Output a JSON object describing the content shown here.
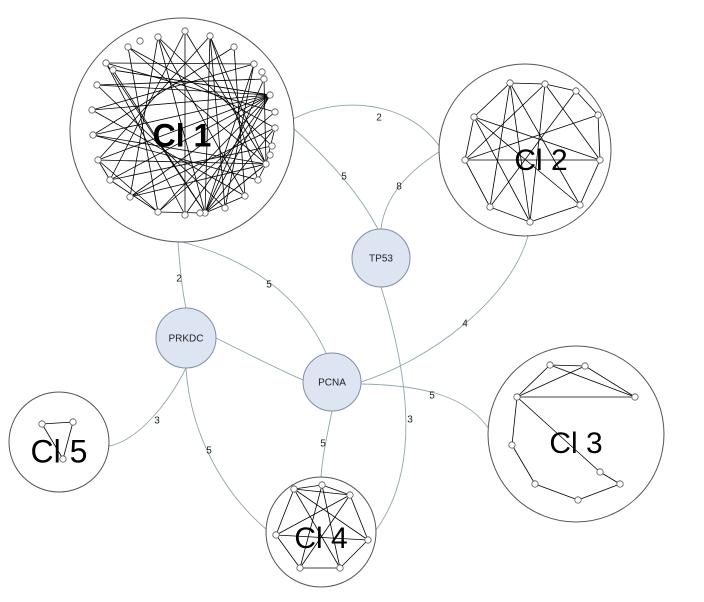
{
  "colors": {
    "link": "#8fa6ad",
    "hub_fill": "#dde5f3"
  },
  "clusters": [
    {
      "id": "c1",
      "label": "Cl 1",
      "bold": true
    },
    {
      "id": "c2",
      "label": "Cl 2",
      "bold": false
    },
    {
      "id": "c3",
      "label": "Cl 3",
      "bold": false
    },
    {
      "id": "c4",
      "label": "Cl 4",
      "bold": false
    },
    {
      "id": "c5",
      "label": "Cl 5",
      "bold": false
    }
  ],
  "hubs": [
    {
      "id": "tp53",
      "label": "TP53"
    },
    {
      "id": "prkdc",
      "label": "PRKDC"
    },
    {
      "id": "pcna",
      "label": "PCNA"
    }
  ],
  "links": [
    {
      "id": "c1-c2",
      "weight": "2"
    },
    {
      "id": "c1-tp53",
      "weight": "5"
    },
    {
      "id": "c2-tp53",
      "weight": "8"
    },
    {
      "id": "c1-prkdc",
      "weight": "2"
    },
    {
      "id": "c1-pcna",
      "weight": "5"
    },
    {
      "id": "c2-pcna",
      "weight": "4"
    },
    {
      "id": "prkdc-pcna",
      "weight": ""
    },
    {
      "id": "pcna-c3",
      "weight": "5"
    },
    {
      "id": "prkdc-c5",
      "weight": "3"
    },
    {
      "id": "prkdc-c4",
      "weight": "5"
    },
    {
      "id": "pcna-c4",
      "weight": "5"
    },
    {
      "id": "tp53-c4",
      "weight": "3"
    }
  ]
}
